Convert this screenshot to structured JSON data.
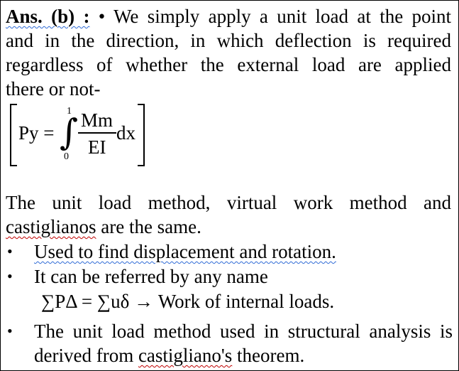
{
  "answer": {
    "label": "Ans. (b) :",
    "bullet": "•",
    "line1_rest": "We simply apply a unit load at the point",
    "line2": "and in the direction, in which deflection is required",
    "line3": "regardless of whether the external load are applied",
    "line4": "there or not-"
  },
  "formula": {
    "lhs": "Py =",
    "upper_limit": "1",
    "lower_limit": "0",
    "integral": "∫",
    "numerator": "Mm",
    "denominator": "EI",
    "dx": "dx"
  },
  "summary": {
    "line1": "The unit load method, virtual work method and",
    "line2_word": "castiglianos",
    "line2_rest": " are the same."
  },
  "bullets": [
    {
      "marker": "•",
      "text": "Used to find displacement and rotation."
    },
    {
      "marker": "•",
      "text": "It can be referred by any name"
    },
    {
      "marker": "",
      "text": "∑PΔ = ∑uδ → Work of internal loads."
    },
    {
      "marker": "•",
      "text_line1": "The unit load method used in structural analysis is",
      "text_line2_prefix": "derived from ",
      "text_line2_word": "castigliano's",
      "text_line2_suffix": " theorem."
    }
  ]
}
